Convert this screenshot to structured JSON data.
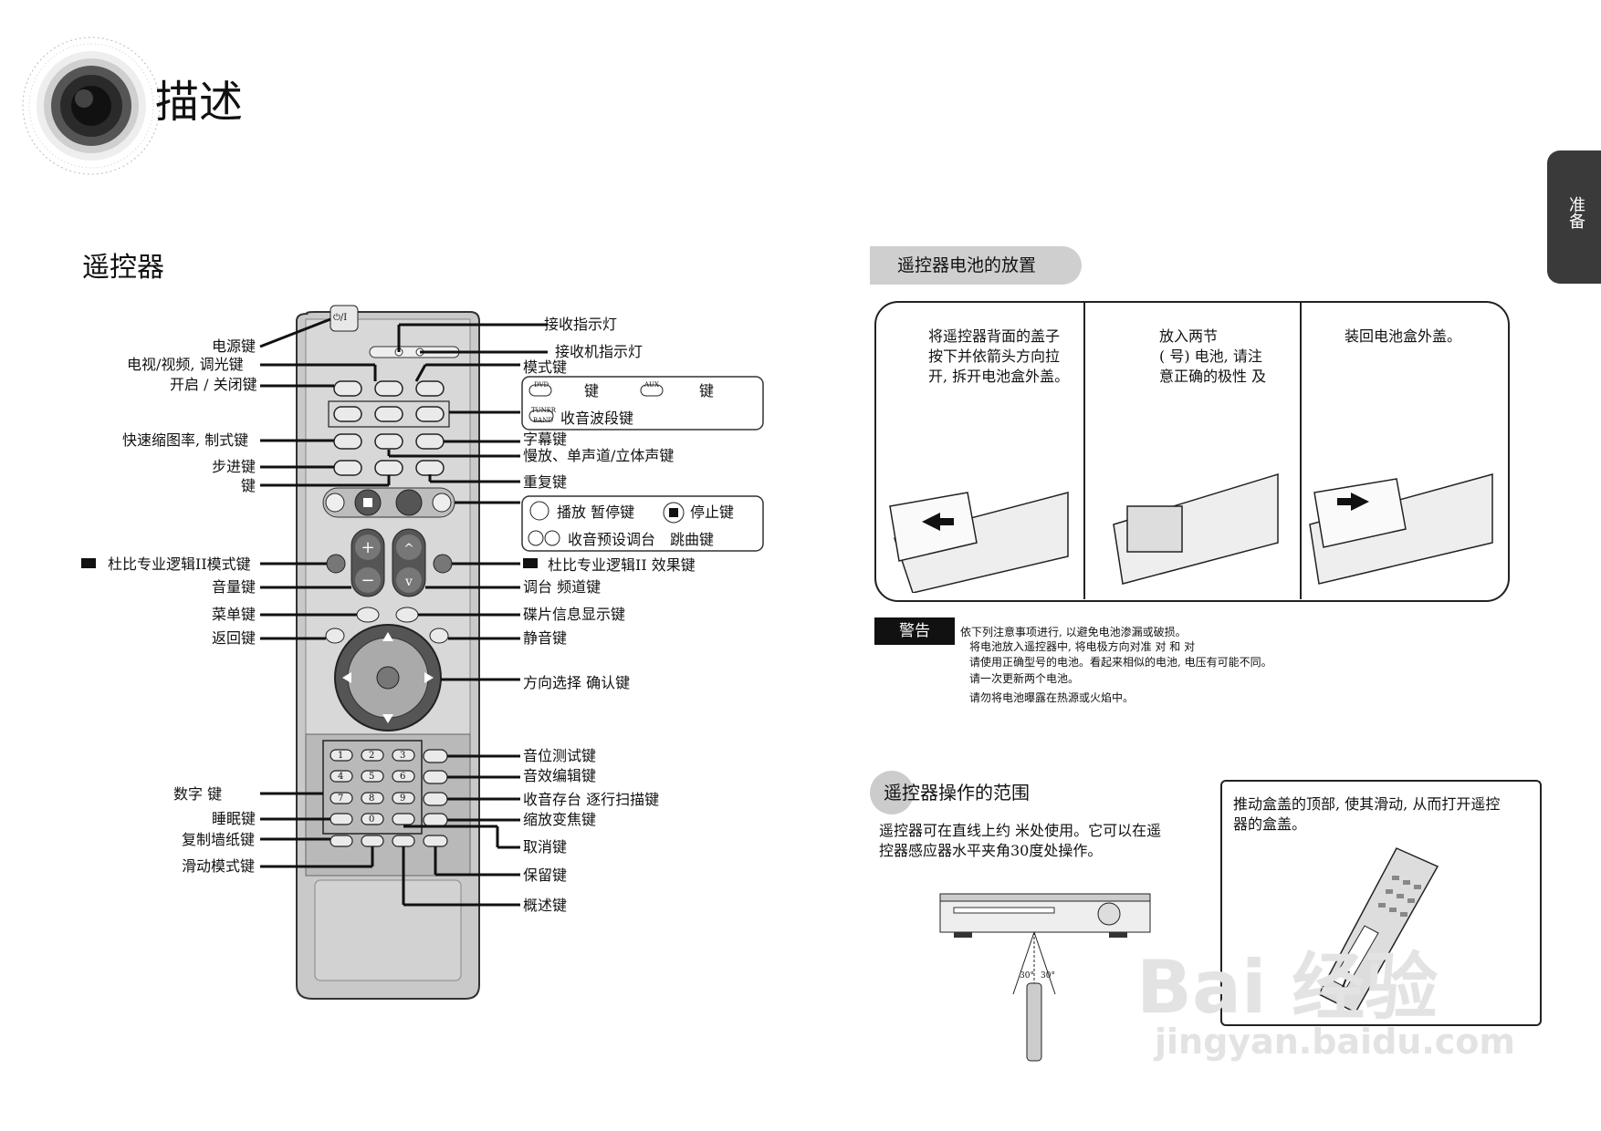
{
  "page": {
    "title": "描述",
    "section": "遥控器",
    "side_tab": "准备"
  },
  "remote": {
    "power_glyph": "⏻/I",
    "labels_left": [
      {
        "id": "power",
        "text": "电源键"
      },
      {
        "id": "tv",
        "text": "电视/视频, 调光键"
      },
      {
        "id": "open",
        "text": "开启 / 关闭键"
      },
      {
        "id": "zoom_ratio",
        "text": "快速缩图率, 制式键"
      },
      {
        "id": "step",
        "text": "步进键"
      },
      {
        "id": "key",
        "text": "键"
      },
      {
        "id": "dolby_mode",
        "text": "杜比专业逻辑II模式键"
      },
      {
        "id": "volume",
        "text": "音量键"
      },
      {
        "id": "menu",
        "text": "菜单键"
      },
      {
        "id": "return",
        "text": "返回键"
      },
      {
        "id": "number",
        "text": "数字    键"
      },
      {
        "id": "sleep",
        "text": "睡眠键"
      },
      {
        "id": "copy",
        "text": "复制墙纸键"
      },
      {
        "id": "slide",
        "text": "滑动模式键"
      }
    ],
    "labels_right": [
      {
        "id": "recv",
        "text": "接收指示灯"
      },
      {
        "id": "recv2",
        "text": "接收机指示灯"
      },
      {
        "id": "mode",
        "text": "模式键"
      },
      {
        "id": "subtitle",
        "text": "字幕键"
      },
      {
        "id": "slow",
        "text": "慢放、单声道/立体声键"
      },
      {
        "id": "repeat",
        "text": "重复键"
      },
      {
        "id": "dolby_effect",
        "text": "杜比专业逻辑II 效果键"
      },
      {
        "id": "tune",
        "text": "调台  频道键"
      },
      {
        "id": "info",
        "text": "碟片信息显示键"
      },
      {
        "id": "mute",
        "text": "静音键"
      },
      {
        "id": "dir",
        "text": "方向选择 确认键"
      },
      {
        "id": "test",
        "text": "音位测试键"
      },
      {
        "id": "sound_edit",
        "text": "音效编辑键"
      },
      {
        "id": "tuner_mem",
        "text": "收音存台 逐行扫描键"
      },
      {
        "id": "zoom",
        "text": "缩放变焦键"
      },
      {
        "id": "cancel",
        "text": "取消键"
      },
      {
        "id": "hold",
        "text": "保留键"
      },
      {
        "id": "overview",
        "text": "概述键"
      }
    ],
    "mode_box": {
      "dvd_tag": "DVD",
      "dvd_text": "键",
      "aux_tag": "AUX",
      "aux_text": "键",
      "tuner_tag": "TUNER",
      "band_tag": "BAND",
      "tuner_text": "收音波段键"
    },
    "play_box": {
      "play_text": "播放 暂停键",
      "stop_text": "停止键",
      "preset_text": "收音预设调台",
      "skip_text": "跳曲键"
    },
    "numpad": [
      "1",
      "2",
      "3",
      "4",
      "5",
      "6",
      "7",
      "8",
      "9",
      "0"
    ]
  },
  "battery": {
    "heading": "遥控器电池的放置",
    "steps": [
      {
        "lines": [
          "将遥控器背面的盖子",
          "按下并依箭头方向拉",
          "开, 拆开电池盒外盖。"
        ]
      },
      {
        "lines": [
          "放入两节",
          "(  号) 电池, 请注",
          "意正确的极性  及"
        ]
      },
      {
        "lines": [
          "装回电池盒外盖。"
        ]
      }
    ]
  },
  "warning": {
    "badge": "警告",
    "lines": [
      "依下列注意事项进行, 以避免电池渗漏或破损。",
      "将电池放入遥控器中, 将电极方向对准     对     和     对",
      "请使用正确型号的电池。看起来相似的电池, 电压有可能不同。",
      "请一次更新两个电池。",
      "请勿将电池曝露在热源或火焰中。"
    ]
  },
  "range": {
    "heading": "遥控器操作的范围",
    "text_lines": [
      "遥控器可在直线上约        米处使用。它可以在遥",
      "控器感应器水平夹角30度处操作。"
    ],
    "angle_left": "30°",
    "angle_right": "30°",
    "box_lines": [
      "推动盒盖的顶部, 使其滑动, 从而打开遥控",
      "器的盒盖。"
    ]
  },
  "watermark": {
    "main": "Bai  经验",
    "sub": "jingyan.baidu.com"
  }
}
